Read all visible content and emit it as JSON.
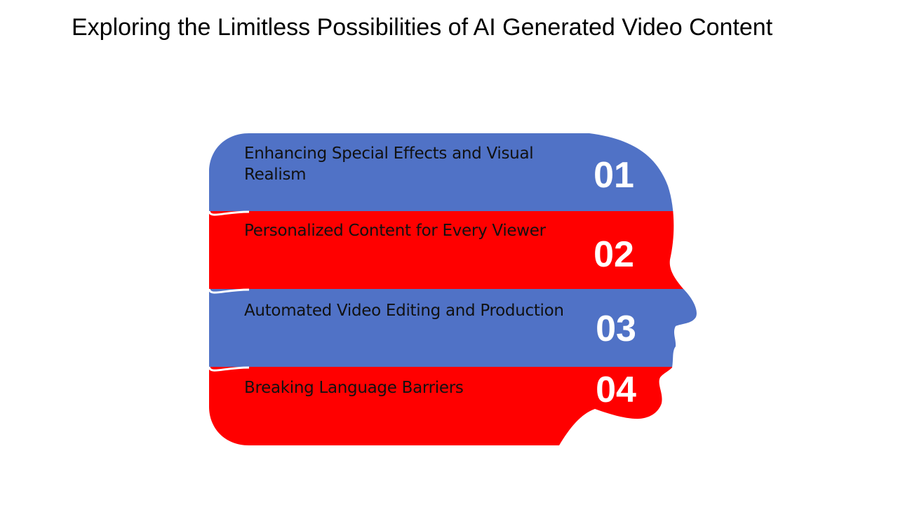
{
  "title": "Exploring the Limitless Possibilities of AI Generated Video Content",
  "colors": {
    "blue": "#5072C6",
    "red": "#FF0000",
    "number": "#FFFFFF"
  },
  "steps": [
    {
      "number": "01",
      "label": "Enhancing Special Effects and Visual Realism",
      "color": "blue"
    },
    {
      "number": "02",
      "label": "Personalized Content for Every Viewer",
      "color": "red"
    },
    {
      "number": "03",
      "label": "Automated Video Editing and Production",
      "color": "blue"
    },
    {
      "number": "04",
      "label": "Breaking Language Barriers",
      "color": "red"
    }
  ]
}
